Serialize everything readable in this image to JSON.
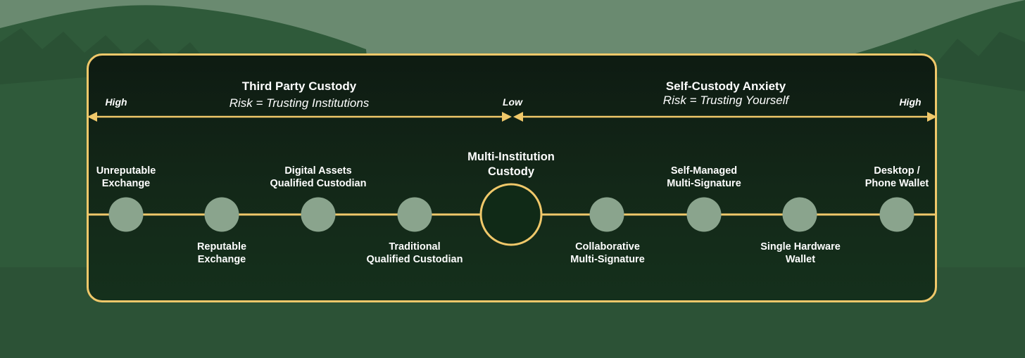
{
  "colors": {
    "accent": "#f0c86a",
    "node_fill": "#8aa48d",
    "center_fill": "#102a17",
    "text": "#ffffff"
  },
  "left_section": {
    "title": "Third Party Custody",
    "subtitle": "Risk = Trusting Institutions"
  },
  "right_section": {
    "title": "Self-Custody Anxiety",
    "subtitle": "Risk = Trusting Yourself"
  },
  "scale": {
    "left_end": "High",
    "middle": "Low",
    "right_end": "High"
  },
  "center_node": {
    "line1": "Multi-Institution",
    "line2": "Custody"
  },
  "nodes": [
    {
      "line1": "Unreputable",
      "line2": "Exchange",
      "label_position": "above"
    },
    {
      "line1": "Reputable",
      "line2": "Exchange",
      "label_position": "below"
    },
    {
      "line1": "Digital Assets",
      "line2": "Qualified Custodian",
      "label_position": "above"
    },
    {
      "line1": "Traditional",
      "line2": "Qualified Custodian",
      "label_position": "below"
    },
    {
      "line1": "Collaborative",
      "line2": "Multi-Signature",
      "label_position": "below"
    },
    {
      "line1": "Self-Managed",
      "line2": "Multi-Signature",
      "label_position": "above"
    },
    {
      "line1": "Single Hardware",
      "line2": "Wallet",
      "label_position": "below"
    },
    {
      "line1": "Desktop  /",
      "line2": "Phone Wallet",
      "label_position": "above"
    }
  ]
}
